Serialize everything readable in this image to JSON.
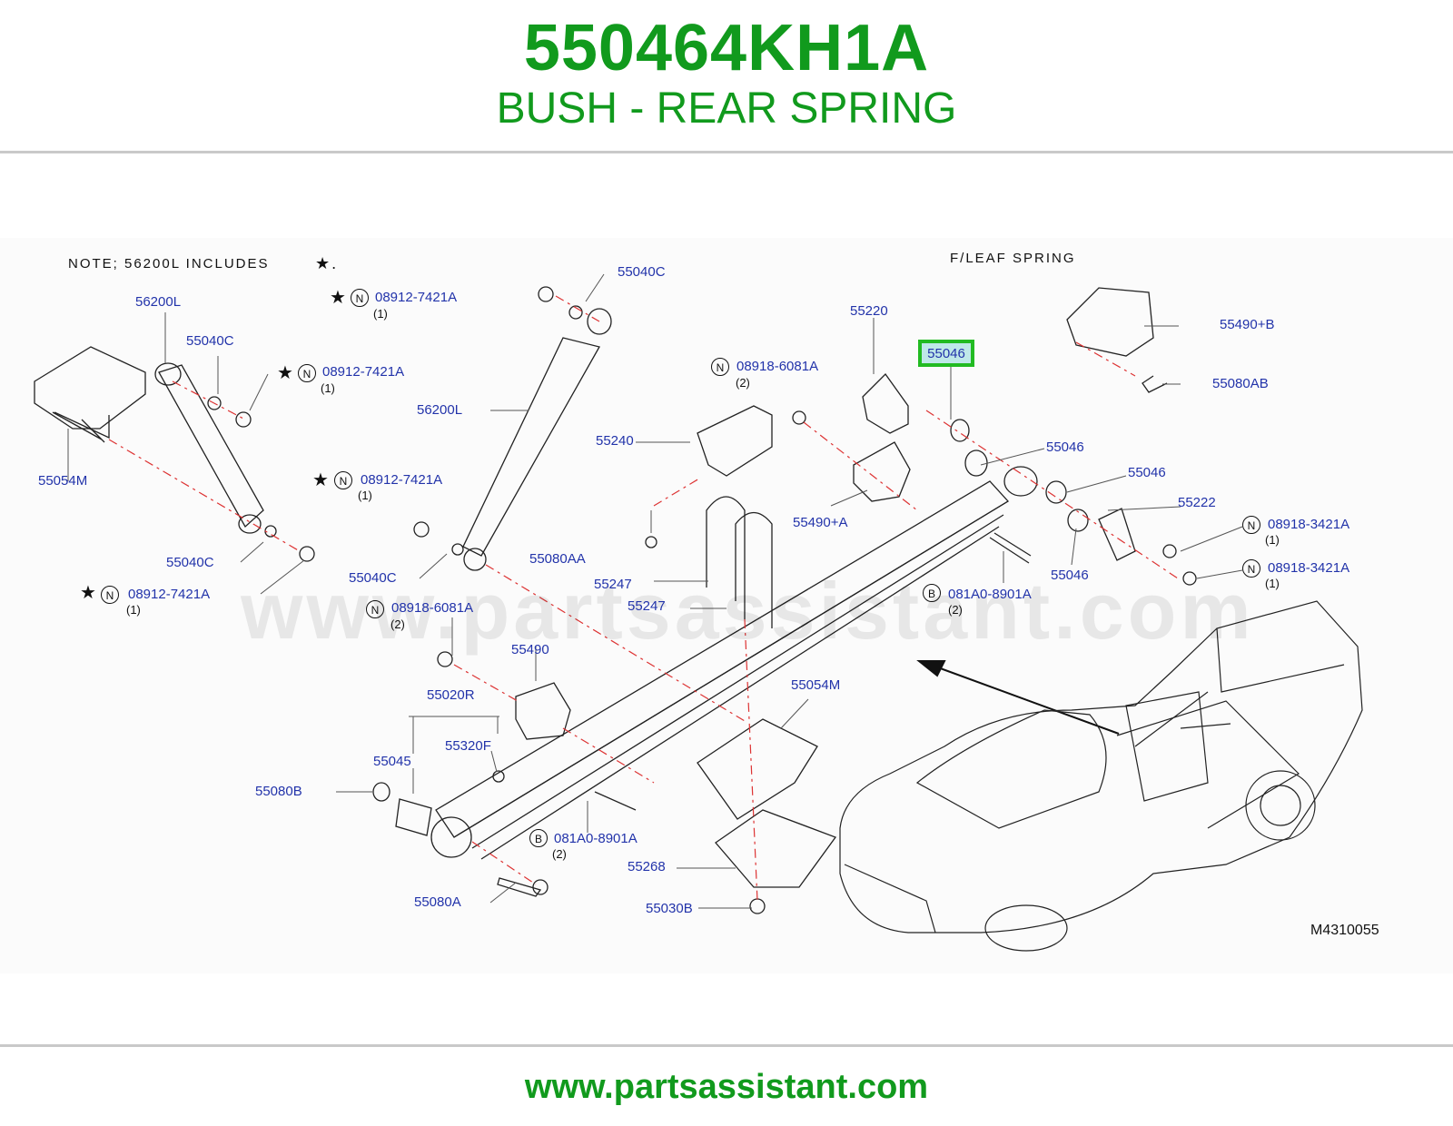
{
  "header": {
    "part_number": "550464KH1A",
    "part_name": "BUSH - REAR SPRING"
  },
  "diagram": {
    "note": "NOTE;  56200L  INCLUDES",
    "note_star": "★.",
    "spring_title": "F/LEAF  SPRING",
    "highlighted_part": "55046",
    "drawing_code": "M4310055",
    "watermark": "www.partsassistant.com",
    "labels": {
      "l_55040C_a": "55040C",
      "l_56200L_a": "56200L",
      "l_55040C_b": "55040C",
      "l_08912_a": "08912-7421A",
      "l_08912_b": "08912-7421A",
      "l_55054M_a": "55054M",
      "l_08912_c": "08912-7421A",
      "l_55040C_c": "55040C",
      "l_08912_d": "08912-7421A",
      "l_55040C_d": "55040C",
      "l_56200L_b": "56200L",
      "l_08918_6081A_a": "08918-6081A",
      "l_55240": "55240",
      "l_55220": "55220",
      "l_55490B": "55490+B",
      "l_55080AB": "55080AB",
      "l_55046_b": "55046",
      "l_55046_c": "55046",
      "l_55490A": "55490+A",
      "l_55222": "55222",
      "l_08918_3421A_a": "08918-3421A",
      "l_08918_3421A_b": "08918-3421A",
      "l_55046_d": "55046",
      "l_55080AA": "55080AA",
      "l_55247_a": "55247",
      "l_55247_b": "55247",
      "l_081A0_a": "081A0-8901A",
      "l_08918_6081A_b": "08918-6081A",
      "l_55490": "55490",
      "l_55054M_b": "55054M",
      "l_55020R": "55020R",
      "l_55320F": "55320F",
      "l_55045": "55045",
      "l_55080B": "55080B",
      "l_081A0_b": "081A0-8901A",
      "l_55268": "55268",
      "l_55080A": "55080A",
      "l_55030B": "55030B"
    },
    "quantities": {
      "q1": "(1)",
      "q2": "(1)",
      "q3": "(1)",
      "q4": "(1)",
      "q5": "(2)",
      "q6": "(2)",
      "q7": "(2)",
      "q8": "(2)",
      "q9": "(1)",
      "q10": "(1)"
    },
    "symbols": {
      "n": "N",
      "b": "B",
      "star": "★"
    }
  },
  "footer": {
    "url": "www.partsassistant.com"
  }
}
